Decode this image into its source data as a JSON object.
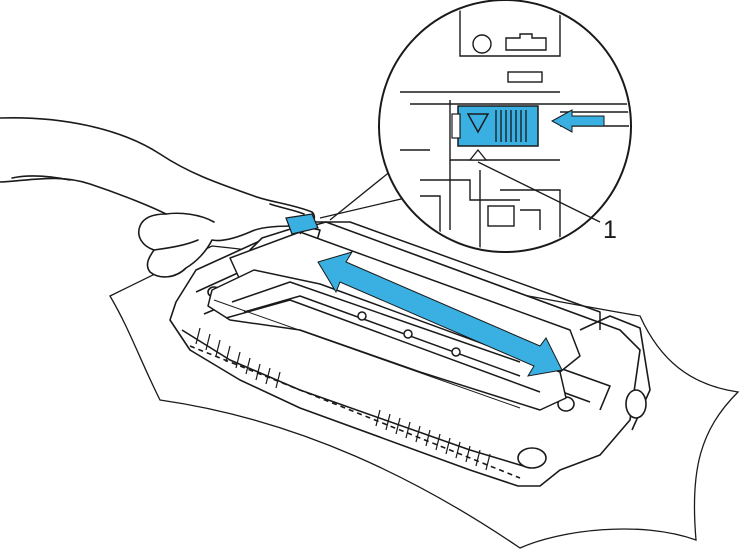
{
  "figure": {
    "callouts": [
      {
        "number": "1"
      }
    ],
    "colors": {
      "line": "#1a1a1a",
      "accent": "#3ab0e2",
      "background": "#ffffff"
    },
    "icons": [
      "hand-pointing",
      "toner-cartridge",
      "drum-unit",
      "corona-wire-slider",
      "double-headed-arrow",
      "push-arrow"
    ]
  }
}
